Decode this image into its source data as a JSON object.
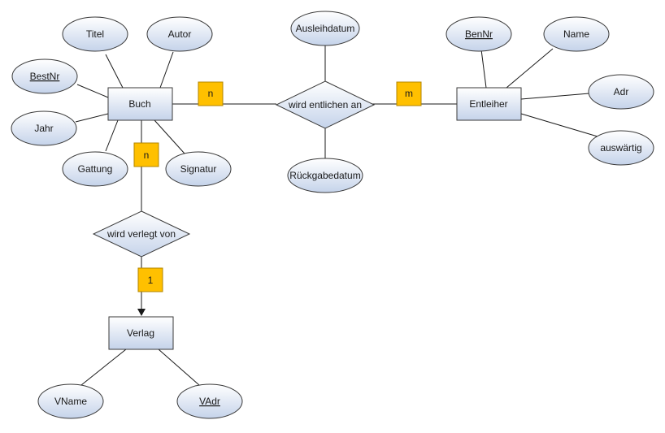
{
  "entities": {
    "buch": "Buch",
    "entleiher": "Entleiher",
    "verlag": "Verlag"
  },
  "relationships": {
    "entliehen": "wird entlichen an",
    "verlegt": "wird verlegt von"
  },
  "attributes": {
    "titel": "Titel",
    "autor": "Autor",
    "bestnr": "BestNr",
    "jahr": "Jahr",
    "gattung": "Gattung",
    "signatur": "Signatur",
    "ausleihdatum": "Ausleihdatum",
    "rueckgabedatum": "Rückgabedatum",
    "bennr": "BenNr",
    "name": "Name",
    "adr": "Adr",
    "auswaertig": "auswärtig",
    "vname": "VName",
    "vadr": "VAdr"
  },
  "cardinalities": {
    "buch_entliehen": "n",
    "entliehen_entleiher": "m",
    "buch_verlegt": "n",
    "verlegt_verlag": "1"
  },
  "colors": {
    "node_fill_top": "#ffffff",
    "node_fill_bottom": "#c5d3ea",
    "node_stroke": "#3a3a3a",
    "cardinality_fill": "#ffc000",
    "cardinality_stroke": "#b38600"
  }
}
